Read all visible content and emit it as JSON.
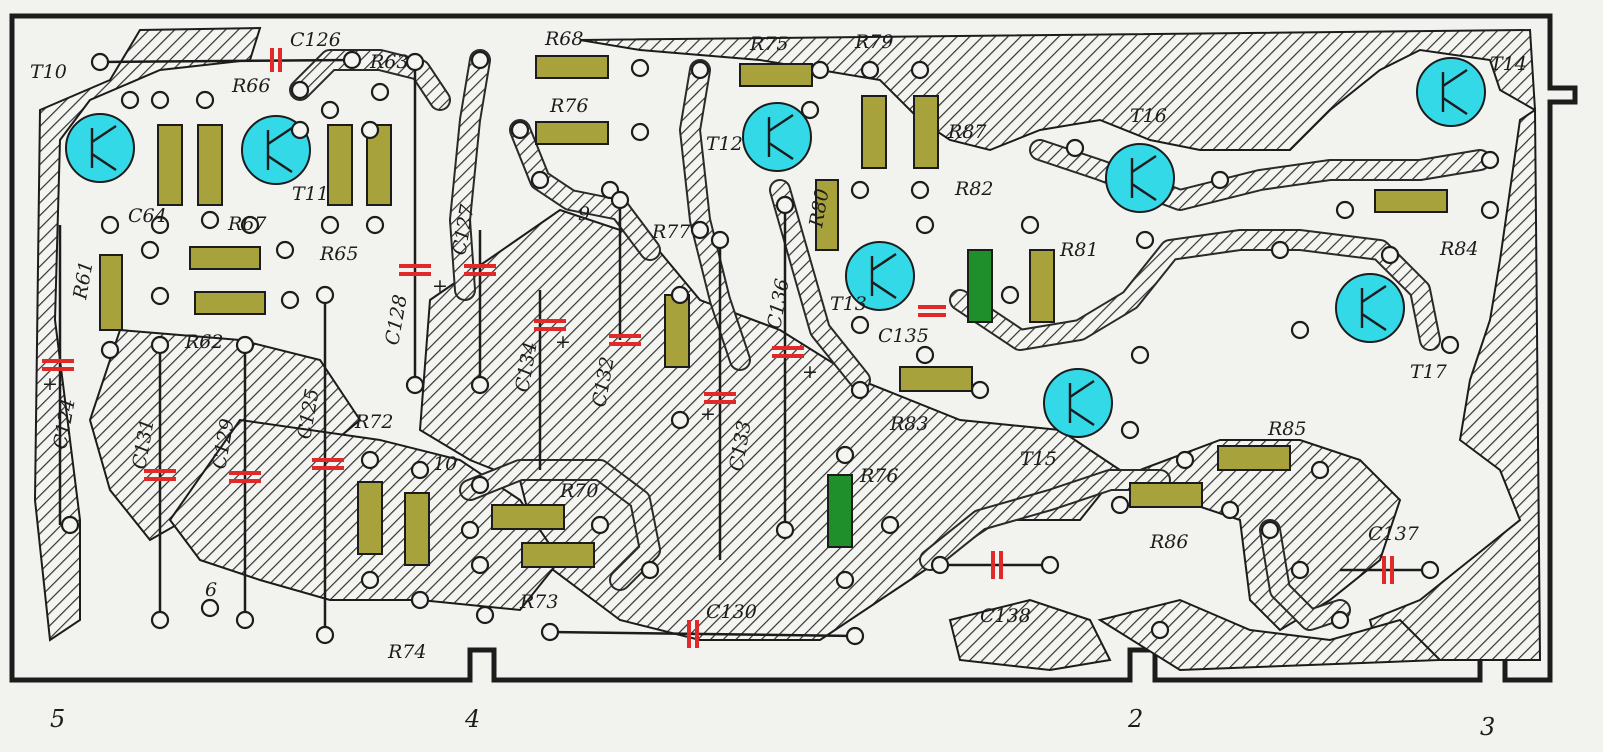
{
  "colors": {
    "resistor": "#a8a23c",
    "resistor_trim": "#1e8f2a",
    "capacitor": "#e02a2a",
    "transistor": "#34d9e8",
    "copper": "#2a2a2a",
    "board": "#f2f2ef"
  },
  "connectors": [
    "5",
    "4",
    "2",
    "3"
  ],
  "pins": [
    "9",
    "10",
    "6"
  ],
  "transistors": [
    "T10",
    "T11",
    "T12",
    "T13",
    "T14",
    "T15",
    "T16",
    "T17"
  ],
  "resistors": [
    {
      "ref": "R61",
      "kind": "fixed"
    },
    {
      "ref": "R62",
      "kind": "fixed"
    },
    {
      "ref": "R63",
      "kind": "fixed"
    },
    {
      "ref": "R65",
      "kind": "fixed"
    },
    {
      "ref": "R66",
      "kind": "fixed"
    },
    {
      "ref": "R67",
      "kind": "fixed"
    },
    {
      "ref": "R68",
      "kind": "fixed"
    },
    {
      "ref": "R70",
      "kind": "fixed"
    },
    {
      "ref": "R72",
      "kind": "fixed"
    },
    {
      "ref": "R73",
      "kind": "fixed"
    },
    {
      "ref": "R74",
      "kind": "fixed"
    },
    {
      "ref": "R75",
      "kind": "fixed"
    },
    {
      "ref": "R76",
      "kind": "fixed"
    },
    {
      "ref": "R76",
      "kind": "trimmer"
    },
    {
      "ref": "R77",
      "kind": "fixed"
    },
    {
      "ref": "R79",
      "kind": "fixed"
    },
    {
      "ref": "R80",
      "kind": "fixed"
    },
    {
      "ref": "R81",
      "kind": "fixed"
    },
    {
      "ref": "R82",
      "kind": "fixed"
    },
    {
      "ref": "R83",
      "kind": "fixed"
    },
    {
      "ref": "R84",
      "kind": "fixed"
    },
    {
      "ref": "R85",
      "kind": "fixed"
    },
    {
      "ref": "R86",
      "kind": "fixed"
    },
    {
      "ref": "R87",
      "kind": "fixed"
    }
  ],
  "capacitors": [
    "C64",
    "C124",
    "C125",
    "C126",
    "C127",
    "C128",
    "C129",
    "C130",
    "C131",
    "C132",
    "C133",
    "C134",
    "C135",
    "C136",
    "C137",
    "C138"
  ],
  "polarity_mark": "+"
}
